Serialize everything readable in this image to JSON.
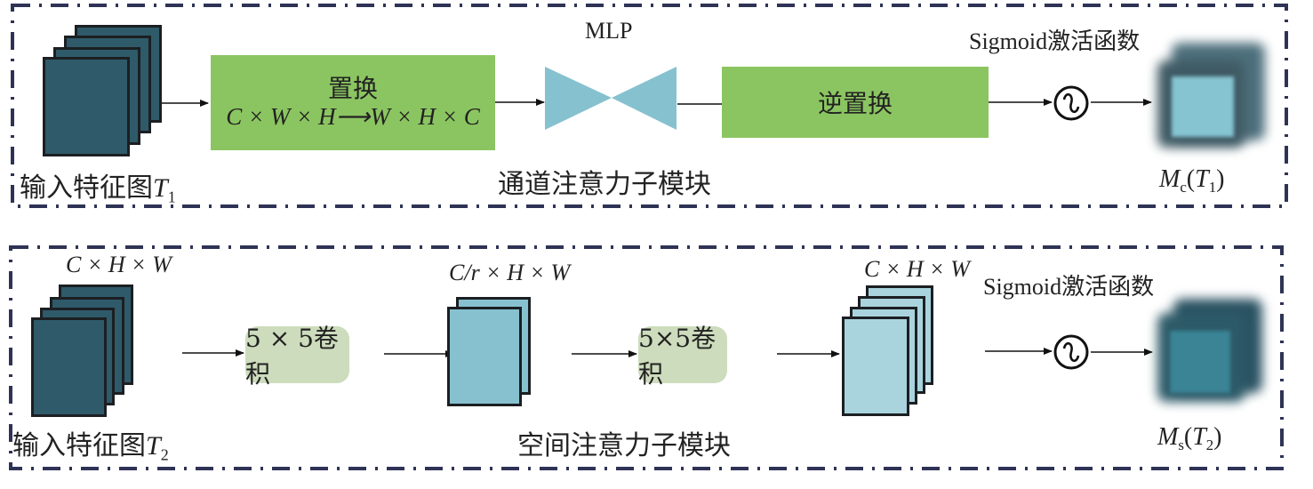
{
  "colors": {
    "panel_border": "#2e3355",
    "dark_teal": "#2f5a6a",
    "green_box": "#8bc561",
    "light_green_box": "#cddcbc",
    "mlp_blue": "#86c1cf",
    "light_blue_sheet": "#87c1cf",
    "pale_blue_sheet": "#a9d3dd",
    "out_cyan": "#86c4d2",
    "out_teal": "#3a8496"
  },
  "channel_module": {
    "input_label": "输入特征图",
    "input_symbol": "T",
    "input_subscript": "1",
    "permute_box": {
      "title": "置换",
      "formula": "C × W × H⟶W × H × C"
    },
    "mlp_label": "MLP",
    "inverse_permute_box": {
      "title": "逆置换"
    },
    "sigmoid_label": "Sigmoid激活函数",
    "sigmoid_icon": "sine-wave-circle-icon",
    "module_name": "通道注意力子模块",
    "output_label": {
      "symbol": "M",
      "sub": "c",
      "arg": "T",
      "arg_sub": "1"
    }
  },
  "spatial_module": {
    "input_dims": "C × H × W",
    "input_label": "输入特征图",
    "input_symbol": "T",
    "input_subscript": "2",
    "conv1_label": "5 × 5卷积",
    "mid_dims": "C/r × H × W",
    "conv2_label": "5×5卷积",
    "out_dims": "C × H × W",
    "sigmoid_label": "Sigmoid激活函数",
    "sigmoid_icon": "sine-wave-circle-icon",
    "module_name": "空间注意力子模块",
    "output_label": {
      "symbol": "M",
      "sub": "s",
      "arg": "T",
      "arg_sub": "2"
    }
  }
}
